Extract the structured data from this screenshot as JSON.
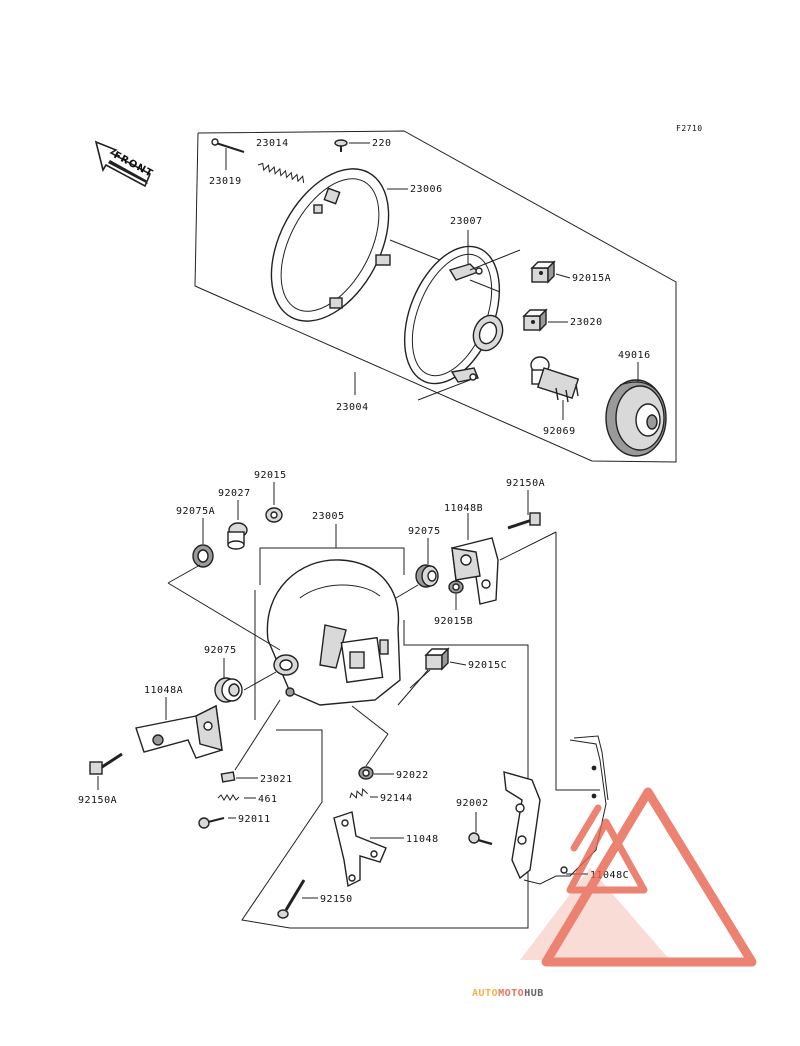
{
  "figure_ref": "F2710",
  "front_label": "FRONT",
  "watermark": {
    "part1": "AUTO",
    "part2": "MOTO",
    "part3": "HUB",
    "color1": "#f2a93b",
    "color2": "#e8634f",
    "color3": "#555555"
  },
  "parts": {
    "p23019": "23019",
    "p23014": "23014",
    "p220": "220",
    "p23006": "23006",
    "p23007": "23007",
    "p92015A": "92015A",
    "p23020": "23020",
    "p49016": "49016",
    "p92069": "92069",
    "p23004": "23004",
    "p92015": "92015",
    "p92027": "92027",
    "p92075A": "92075A",
    "p23005": "23005",
    "p92075_r": "92075",
    "p11048B": "11048B",
    "p92150A_top": "92150A",
    "p92015B": "92015B",
    "p92015C": "92015C",
    "p92075_l": "92075",
    "p11048A": "11048A",
    "p92150A_bot": "92150A",
    "p23021": "23021",
    "p461": "461",
    "p92011": "92011",
    "p92022": "92022",
    "p92144": "92144",
    "p11048": "11048",
    "p92150": "92150",
    "p92002": "92002",
    "p11048C": "11048C"
  }
}
